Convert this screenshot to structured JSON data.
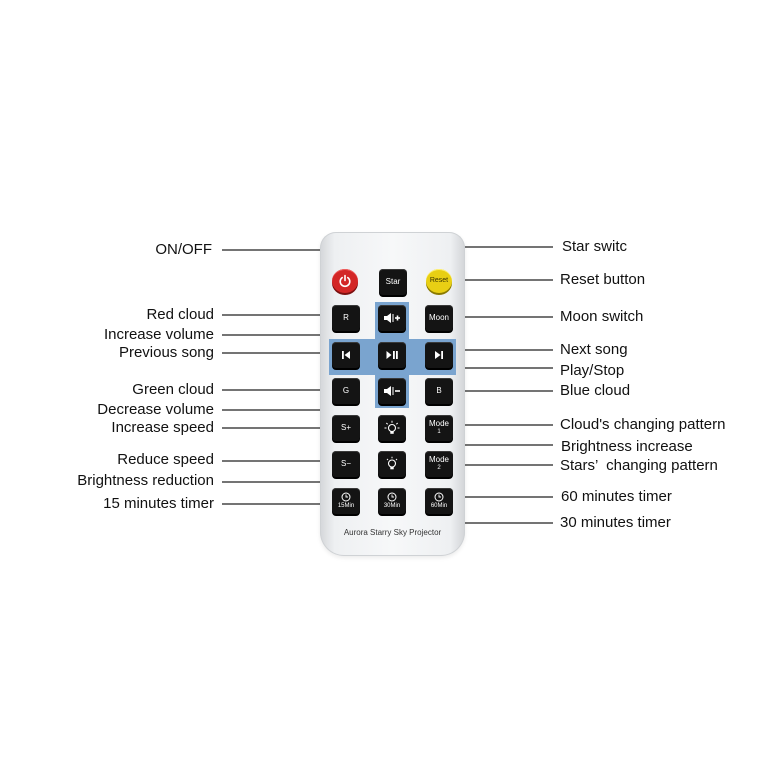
{
  "remote": {
    "brand": "Aurora Starry Sky Projector",
    "colors": {
      "dpad": "#7aa4cf",
      "power": "#d32626",
      "reset": "#e8cf14",
      "button": "#141414"
    },
    "buttons": {
      "star": "Star",
      "reset": "Reset",
      "r": "R",
      "moon": "Moon",
      "g": "G",
      "b": "B",
      "s_plus": "S+",
      "s_minus": "S−",
      "mode1_top": "Mode",
      "mode1_bottom": "1",
      "mode2_top": "Mode",
      "mode2_bottom": "2",
      "t15": "15Min",
      "t30": "30Min",
      "t60": "60Min"
    },
    "icons": [
      "power-icon",
      "volume-up-icon",
      "volume-down-icon",
      "previous-icon",
      "play-pause-icon",
      "next-icon",
      "brightness-up-icon",
      "brightness-down-icon",
      "clock-icon"
    ]
  },
  "labels": {
    "left": {
      "on_off": "ON/OFF",
      "red_cloud": "Red cloud",
      "increase_volume": "Increase volume",
      "previous_song": "Previous song",
      "green_cloud": "Green cloud",
      "decrease_volume": "Decrease volume",
      "increase_speed": "Increase speed",
      "reduce_speed": "Reduce speed",
      "brightness_reduction": "Brightness reduction",
      "timer_15": "15 minutes timer"
    },
    "right": {
      "star_switch": "Star switc",
      "reset_button": "Reset button",
      "moon_switch": "Moon switch",
      "next_song": "Next song",
      "play_stop": "Play/Stop",
      "blue_cloud": "Blue cloud",
      "cloud_pattern": "Cloud's changing pattern",
      "brightness_increase": "Brightness increase",
      "stars_pattern": "Stars’  changing pattern",
      "timer_60": "60 minutes timer",
      "timer_30": "30 minutes timer"
    }
  }
}
